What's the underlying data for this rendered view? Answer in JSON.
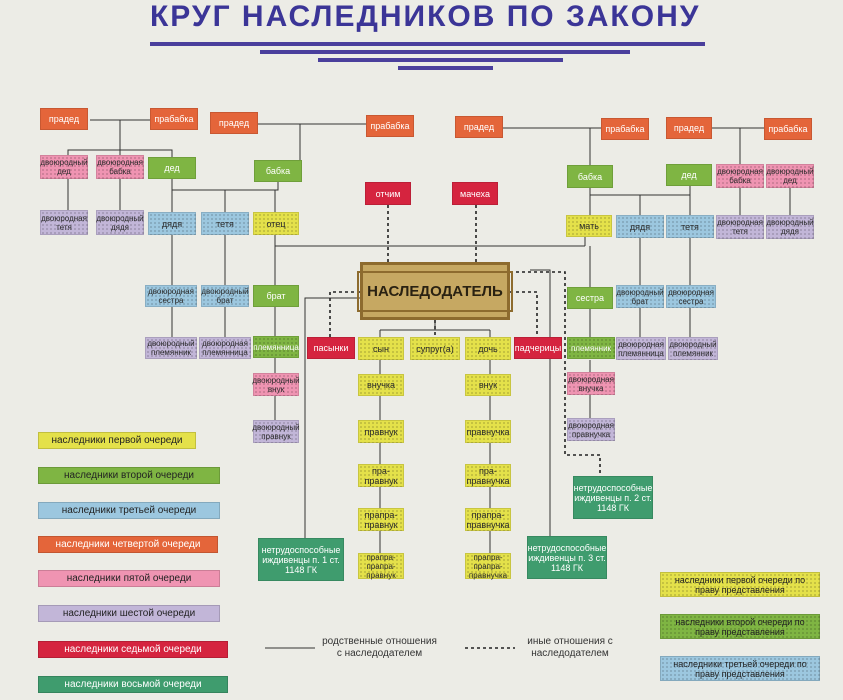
{
  "title": "КРУГ НАСЛЕДНИКОВ ПО ЗАКОНУ",
  "center": "НАСЛЕДОДАТЕЛЬ",
  "colors": {
    "first": "#e4e14a",
    "second": "#7fb543",
    "third": "#9cc7df",
    "fourth": "#e4653a",
    "fifth": "#ef94b2",
    "sixth": "#c2b6d8",
    "seventh": "#d5243f",
    "eighth": "#3f9c6e"
  },
  "left_side": {
    "praded": "прадед",
    "prababka_1": "прабабка",
    "praded_2": "прадед",
    "prababka_2": "прабабка",
    "cousin_grandfather": "двоюродный дед",
    "cousin_grandmother": "двоюродная бабка",
    "ded": "дед",
    "babka": "бабка",
    "cousin_aunt": "двоюродная тетя",
    "cousin_uncle": "двоюродный дядя",
    "dyadya": "дядя",
    "tetya": "тетя",
    "otets": "отец",
    "otchim": "отчим",
    "cousin_sister": "двоюродная сестра",
    "cousin_brother": "двоюродный брат",
    "cousin_nephew": "двоюродный племянник",
    "cousin_niece": "двоюродная племянница",
    "brat": "брат",
    "plemyannitsa": "племянница",
    "cousin_grandson": "двоюродный внук",
    "cousin_great_grandson": "двоюродный правнук",
    "pasynki": "пасынки"
  },
  "right_side": {
    "praded": "прадед",
    "prababka_1": "прабабка",
    "praded_2": "прадед",
    "prababka_2": "прабабка",
    "machekha": "мачеха",
    "babka": "бабка",
    "ded": "дед",
    "cousin_grandmother": "двоюродная бабка",
    "cousin_grandfather": "двоюродный дед",
    "mat": "мать",
    "dyadya": "дядя",
    "tetya": "тетя",
    "cousin_aunt": "двоюродная тетя",
    "cousin_uncle": "двоюродный дядя",
    "sestra": "сестра",
    "cousin_brother": "двоюродный брат",
    "cousin_sister": "двоюродная сестра",
    "plemyannik": "племянник",
    "cousin_niece": "двоюродная племянница",
    "cousin_nephew": "двоюродный племянник",
    "cousin_granddaughter": "двоюродная внучка",
    "cousin_great_granddaughter": "двоюродная правнучка",
    "padcheritsy": "падчерицы"
  },
  "descendants": {
    "syn": "сын",
    "suprug": "супруг(а)",
    "doch": "дочь",
    "son_line": [
      "внучка",
      "правнук",
      "пра-правнук",
      "прапра-правнук",
      "прапра-прапра-правнук"
    ],
    "daughter_line": [
      "внук",
      "правнучка",
      "пра-правнучка",
      "прапра-правнучка",
      "прапра-прапра-правнучка"
    ]
  },
  "dependents": {
    "one": "нетрудоспособные иждивенцы п. 1 ст. 1148 ГК",
    "two": "нетрудоспособные иждивенцы п. 2 ст. 1148 ГК",
    "three": "нетрудоспособные иждивенцы п. 3 ст. 1148 ГК"
  },
  "legend": [
    "наследники первой очереди",
    "наследники второй очереди",
    "наследники третьей очереди",
    "наследники четвертой очереди",
    "наследники пятой очереди",
    "наследники шестой очереди",
    "наследники седьмой очереди",
    "наследники восьмой очереди"
  ],
  "legend_right": [
    "наследники первой очереди по праву представления",
    "наследники второй очереди по праву представления",
    "наследники третьей очереди по праву представления"
  ],
  "line_legend": {
    "solid": "родственные отношения с наследодателем",
    "dashed": "иные отношения с наследодателем"
  }
}
